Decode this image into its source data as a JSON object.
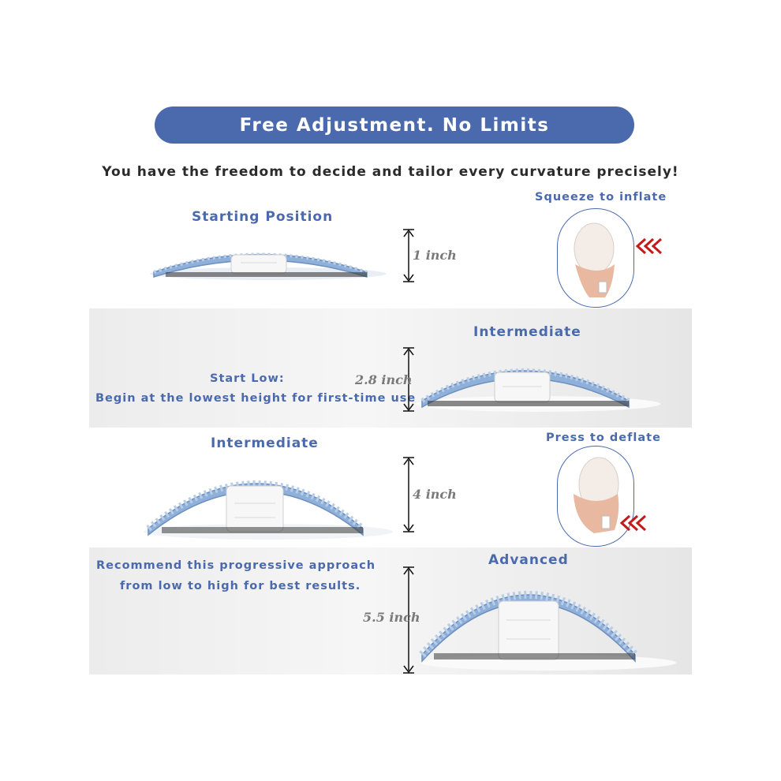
{
  "banner": {
    "title": "Free Adjustment. No Limits"
  },
  "subtitle": "You have the freedom to decide and tailor every curvature precisely!",
  "colors": {
    "accent": "#4a6aad",
    "arrow_red": "#c41a1a",
    "mat_blue": "#8fb0d8"
  },
  "stages": [
    {
      "label": "Starting Position",
      "height": "1 inch"
    },
    {
      "label": "Intermediate",
      "height": "2.8 inch"
    },
    {
      "label": "Intermediate",
      "height": "4 inch"
    },
    {
      "label": "Advanced",
      "height": "5.5 inch"
    }
  ],
  "notes": {
    "start_low_title": "Start Low:",
    "start_low_body": "Begin at the lowest height for first-time use",
    "recommend_line1": "Recommend this progressive approach",
    "recommend_line2": "from low to high for best results."
  },
  "pump": {
    "inflate_label": "Squeeze to inflate",
    "deflate_label": "Press to deflate"
  }
}
